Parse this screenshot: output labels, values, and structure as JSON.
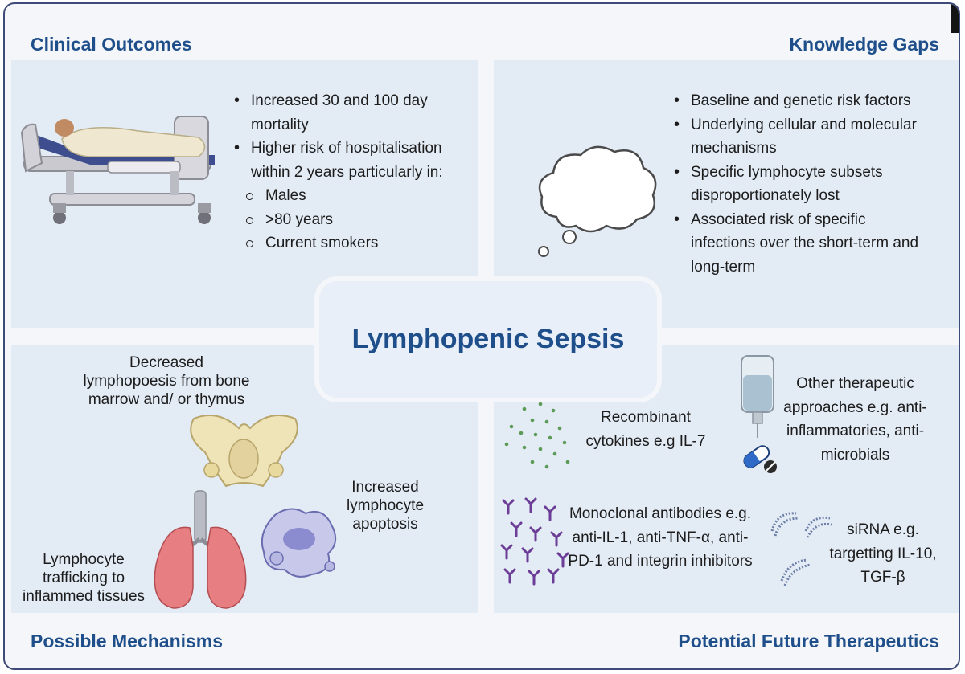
{
  "center_title": "Lymphopenic Sepsis",
  "clinical_outcomes": {
    "title": "Clinical Outcomes",
    "bullets": [
      "Increased 30 and 100 day mortality",
      "Higher risk of hospitalisation within 2 years particularly in:"
    ],
    "sub_bullets": [
      "Males",
      ">80 years",
      "Current smokers"
    ]
  },
  "knowledge_gaps": {
    "title": "Knowledge Gaps",
    "bullets": [
      "Baseline and genetic risk factors",
      "Underlying cellular and molecular mechanisms",
      "Specific lymphocyte subsets disproportionately lost",
      "Associated risk of specific infections over the short-term and long-term"
    ]
  },
  "possible_mechanisms": {
    "title": "Possible Mechanisms",
    "bone_marrow": "Decreased lymphopoesis from bone marrow and/ or thymus",
    "apoptosis": "Increased lymphocyte apoptosis",
    "trafficking": "Lymphocyte trafficking to inflammed tissues"
  },
  "future_therapeutics": {
    "title": "Potential Future Therapeutics",
    "cytokines": "Recombinant cytokines e.g IL-7",
    "other": "Other therapeutic approaches  e.g. anti-inflammatories, anti-microbials",
    "antibodies": "Monoclonal antibodies e.g. anti-IL-1, anti-TNF-α, anti-PD-1 and integrin inhibitors",
    "sirna": "siRNA e.g. targetting IL-10, TGF-β"
  },
  "icons": [
    "hospital-bed-icon",
    "thought-cloud-icon",
    "pelvis-bone-icon",
    "lungs-icon",
    "apoptotic-cell-icon",
    "cytokine-dots-icon",
    "iv-bag-icon",
    "pill-icon",
    "antibody-icon",
    "sirna-icon"
  ],
  "colors": {
    "title": "#1f4f8a",
    "panel": "#e3ebf5",
    "frame": "#3e4a78"
  }
}
